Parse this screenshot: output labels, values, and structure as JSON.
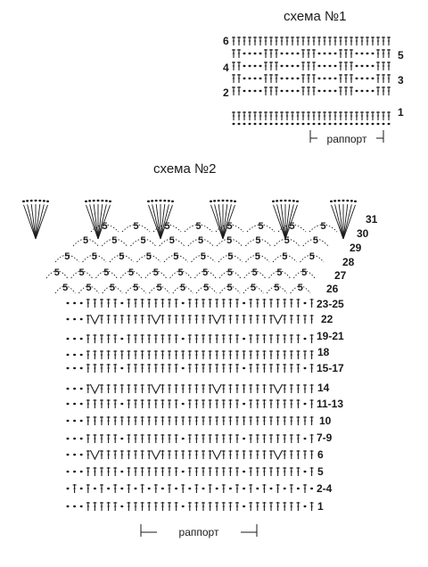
{
  "scheme1": {
    "title": "схема №1",
    "row_labels": [
      "6",
      "5",
      "4",
      "3",
      "2",
      "1"
    ],
    "repeat_label": "раппорт"
  },
  "scheme2": {
    "title": "схема №2",
    "row_labels": [
      "31",
      "30",
      "29",
      "28",
      "27",
      "26",
      "23-25",
      "22",
      "19-21",
      "18",
      "15-17",
      "14",
      "11-13",
      "10",
      "7-9",
      "6",
      "5",
      "2-4",
      "1"
    ],
    "chain_arch_count": "5",
    "repeat_label": "раппорт"
  },
  "colors": {
    "ink": "#1a1a1a",
    "paper": "#ffffff"
  }
}
